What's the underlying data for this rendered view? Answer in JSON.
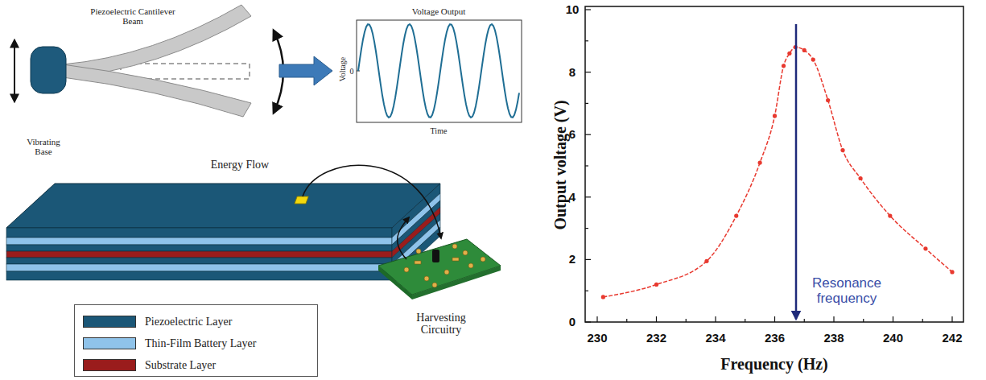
{
  "diagram": {
    "labels": [
      "Piezoelectric Cantilever Beam",
      "Vibrating Base",
      "Voltage Output",
      "Voltage",
      "0",
      "Time",
      "Energy Flow",
      "Harvesting Circuitry",
      "Output voltage (V)",
      "Frequency (Hz)",
      "Resonance frequency",
      "0",
      "2",
      "4",
      "6",
      "8",
      "10",
      "230",
      "232",
      "234",
      "236",
      "238",
      "240",
      "242"
    ],
    "legend": [
      {
        "text": "Piezoelectric Layer",
        "color": "#1b5777"
      },
      {
        "text": "Thin-Film Battery Layer",
        "color": "#8fc3ea"
      },
      {
        "text": "Substrate Layer",
        "color": "#9a1c1c"
      }
    ]
  }
}
